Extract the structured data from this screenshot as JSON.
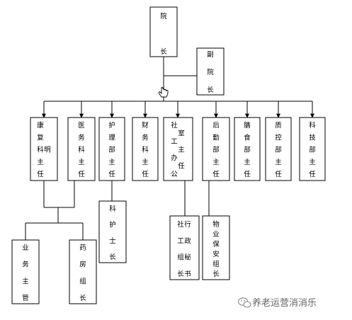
{
  "org_chart": {
    "president": "院长",
    "vice_president": "副院长",
    "departments": [
      "康复科主任 明",
      "医务科主任",
      "护理部主任",
      "财务科主任",
      "社工办公室主任",
      "后勤部主任",
      "膳食部主任",
      "质控部主任",
      "科技部主任"
    ],
    "sub_units": [
      "业务主管",
      "药房组长",
      "科护士长",
      "社工组长 行政秘书",
      "物业保安组长"
    ]
  },
  "watermark": "养老运营消消乐",
  "colors": {
    "line": "#000000",
    "watermark": "#666666"
  }
}
